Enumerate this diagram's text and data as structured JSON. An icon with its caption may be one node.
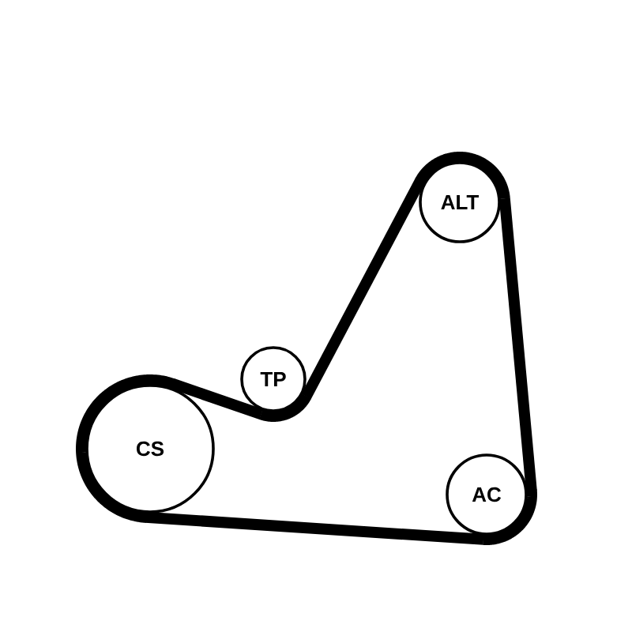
{
  "diagram": {
    "nodes": [
      {
        "text": [
          "ALT"
        ]
      },
      {
        "text": [
          "TP"
        ]
      },
      {
        "text": [
          "CS"
        ]
      },
      {
        "text": [
          "AC"
        ]
      }
    ],
    "edges": [
      {
        "from": 2,
        "to": 1,
        "arrow": "none"
      },
      {
        "from": 1,
        "to": 0,
        "arrow": "none"
      },
      {
        "from": 0,
        "to": 3,
        "arrow": "none"
      },
      {
        "from": 3,
        "to": 2,
        "arrow": "none"
      }
    ]
  }
}
